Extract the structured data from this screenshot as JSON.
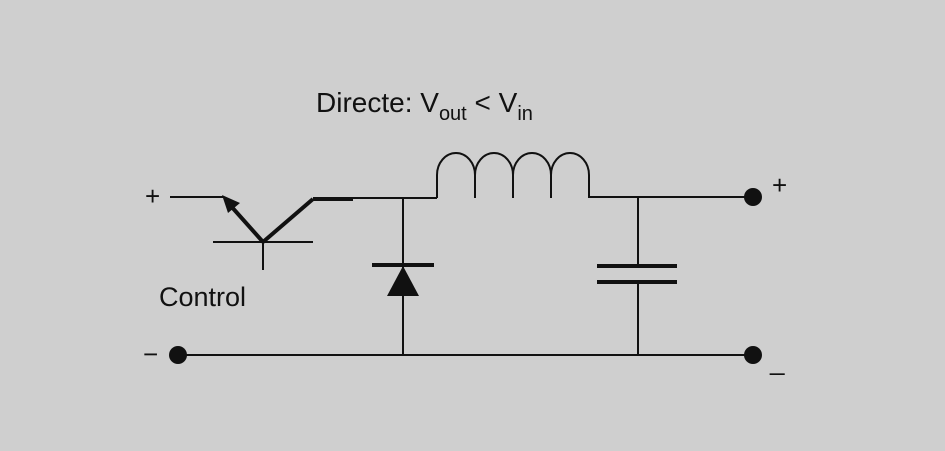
{
  "title": {
    "main": "Directe: V",
    "sub1": "out",
    "mid": " < V",
    "sub2": "in"
  },
  "labels": {
    "control": "Control",
    "in_plus": "+",
    "in_minus": "−",
    "out_plus": "+",
    "out_minus": "_"
  },
  "colors": {
    "background": "#cfcfcf",
    "ink": "#111111"
  }
}
